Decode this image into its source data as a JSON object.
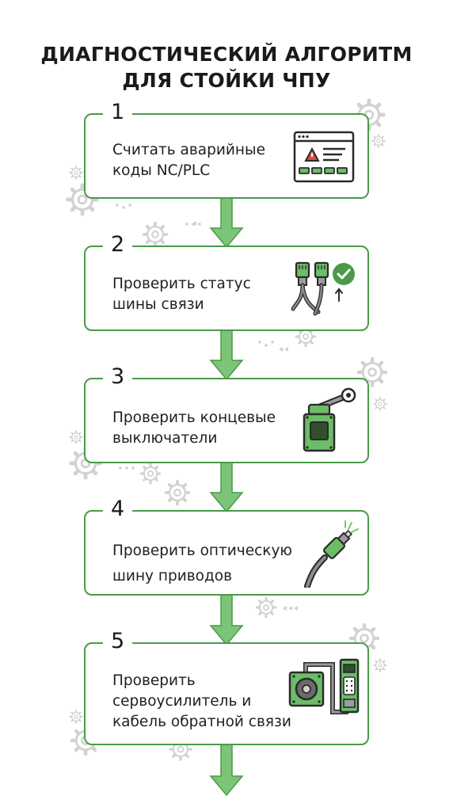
{
  "title": {
    "line1": "ДИАГНОСТИЧЕСКИЙ АЛГОРИТМ",
    "line2": "ДЛЯ СТОЙКИ ЧПУ"
  },
  "steps": [
    {
      "number": "1",
      "line1": "Считать аварийные",
      "line2": "коды NC/PLC",
      "line3": "",
      "icon": "error-window-icon"
    },
    {
      "number": "2",
      "line1": "Проверить статус",
      "line2": "шины связи",
      "line3": "",
      "icon": "network-cable-check-icon"
    },
    {
      "number": "3",
      "line1": "Проверить концевые",
      "line2": "выключатели",
      "line3": "",
      "icon": "limit-switch-icon"
    },
    {
      "number": "4",
      "line1": "Проверить оптическую",
      "line2": "шину приводов",
      "line3": "",
      "icon": "fiber-optic-connector-icon"
    },
    {
      "number": "5",
      "line1": "Проверить",
      "line2": "сервоусилитель и",
      "line3": "кабель обратной связи",
      "icon": "servo-drive-motor-icon"
    }
  ],
  "colors": {
    "accent": "#4a9a49",
    "arrow_fill": "#7cc477",
    "text": "#1c1c1c",
    "decor": "#cfcfcf"
  }
}
